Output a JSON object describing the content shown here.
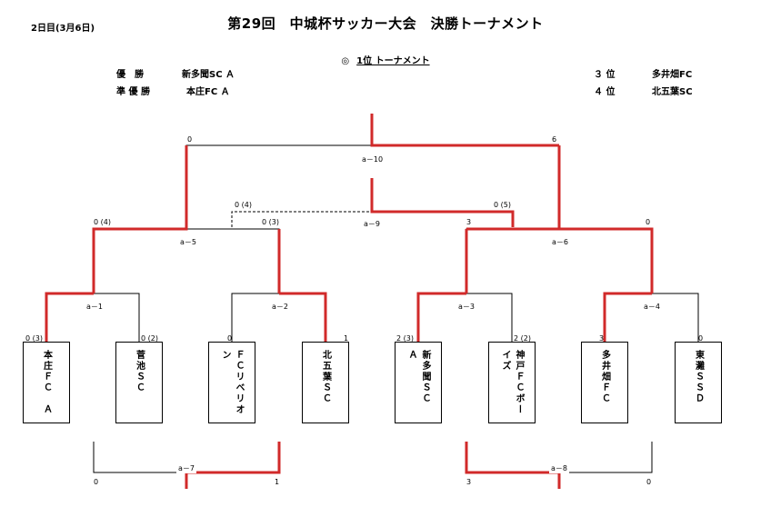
{
  "header": {
    "date": "2日目(3月6日)",
    "title": "第29回　中城杯サッカー大会　決勝トーナメント",
    "subtitle_mark": "◎",
    "subtitle": "1位 トーナメント"
  },
  "results": {
    "champion_label": "優　勝",
    "champion_team": "新多聞SC Ａ",
    "runnerup_label": "準 優 勝",
    "runnerup_team": "本庄FC Ａ",
    "third_label": "３ 位",
    "third_team": "多井畑FC",
    "fourth_label": "４ 位",
    "fourth_team": "北五葉SC"
  },
  "teams": [
    "本庄ＦＣ　Ａ",
    "菅池ＳＣ",
    "ＦＣリベリオン",
    "北五葉ＳＣ",
    "新多聞ＳＣ　Ａ",
    "神戸ＦＣボーイズ",
    "多井畑ＦＣ",
    "東灘ＳＳＤ"
  ],
  "matches": {
    "a1": {
      "label": "a－1",
      "left": "0 (3)",
      "right": "0 (2)"
    },
    "a2": {
      "label": "a－2",
      "left": "0",
      "right": "1"
    },
    "a3": {
      "label": "a－3",
      "left": "2 (3)",
      "right": "2 (2)"
    },
    "a4": {
      "label": "a－4",
      "left": "3",
      "right": "0"
    },
    "a5": {
      "label": "a－5",
      "left": "0 (4)",
      "right": "0 (3)"
    },
    "a6": {
      "label": "a－6",
      "left": "3",
      "right": "0"
    },
    "a7": {
      "label": "a－7",
      "left": "0",
      "right": "1"
    },
    "a8": {
      "label": "a－8",
      "left": "3",
      "right": "0"
    },
    "a9": {
      "label": "a－9",
      "left": "0 (4)",
      "right": "0 (5)"
    },
    "a10": {
      "label": "a－10",
      "left": "0",
      "right": "6"
    }
  },
  "colors": {
    "winner_line": "#d12a2a",
    "line": "#000000"
  }
}
